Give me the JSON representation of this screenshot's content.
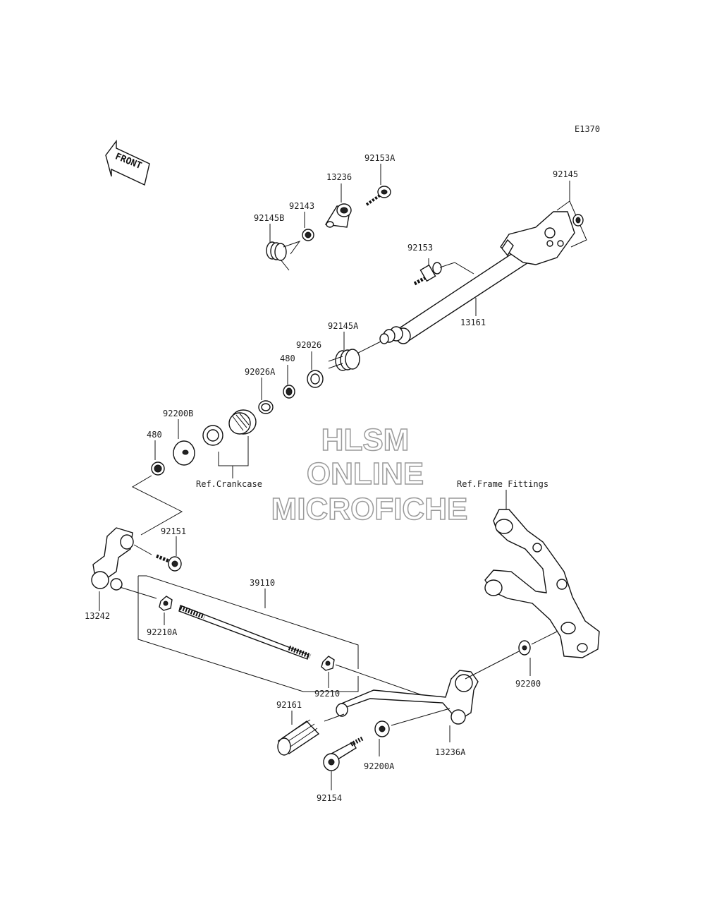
{
  "diagram_code": "E1370",
  "front_label": "FRONT",
  "watermark": [
    "HLSM",
    "ONLINE",
    "MICROFICHE"
  ],
  "parts": {
    "p92153A": "92153A",
    "p13236": "13236",
    "p92143": "92143",
    "p92145B": "92145B",
    "p92145": "92145",
    "p92153": "92153",
    "p13161": "13161",
    "p92145A": "92145A",
    "p92026": "92026",
    "p480a": "480",
    "p92026A": "92026A",
    "p92200B": "92200B",
    "p480b": "480",
    "p92151": "92151",
    "p13242": "13242",
    "p39110": "39110",
    "p92210A": "92210A",
    "p92210": "92210",
    "p92161": "92161",
    "p92200A": "92200A",
    "p92154": "92154",
    "p13236A": "13236A",
    "p92200": "92200"
  },
  "refs": {
    "crankcase": "Ref.Crankcase",
    "frame": "Ref.Frame Fittings"
  }
}
